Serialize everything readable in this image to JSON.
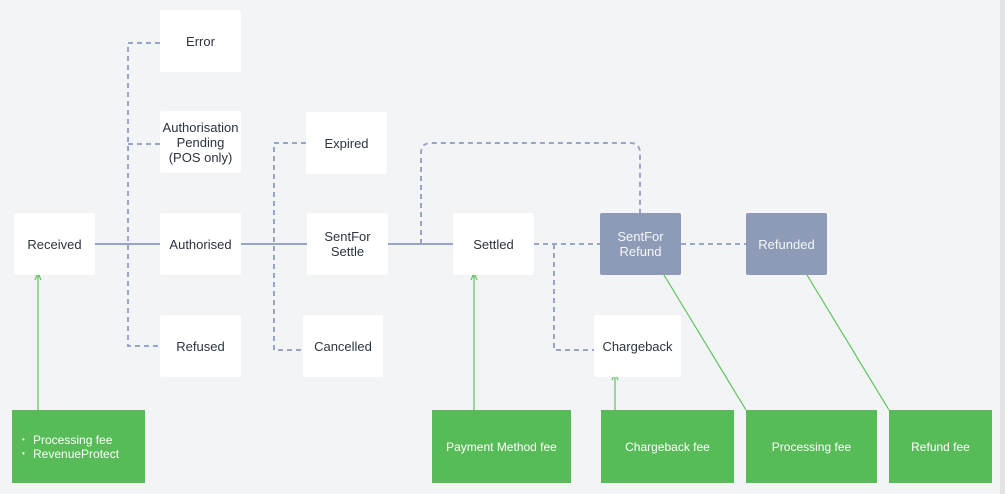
{
  "colors": {
    "background": "#f3f4f6",
    "node": "#ffffff",
    "node_dark": "#8e9bb6",
    "connector": "#9aa4c4",
    "fee_box": "#57bb57",
    "fee_line": "#5cc45c"
  },
  "nodes": {
    "error": "Error",
    "authorisation_pending": "Authorisation\nPending\n(POS only)",
    "received": "Received",
    "authorised": "Authorised",
    "refused": "Refused",
    "expired": "Expired",
    "sent_for_settle": "SentFor\nSettle",
    "cancelled": "Cancelled",
    "settled": "Settled",
    "chargeback": "Chargeback",
    "sent_for_refund": "SentFor\nRefund",
    "refunded": "Refunded"
  },
  "fees": {
    "received_fees": [
      "Processing fee",
      "RevenueProtect"
    ],
    "payment_method_fee": "Payment Method fee",
    "chargeback_fee": "Chargeback fee",
    "processing_fee": "Processing fee",
    "refund_fee": "Refund fee"
  }
}
